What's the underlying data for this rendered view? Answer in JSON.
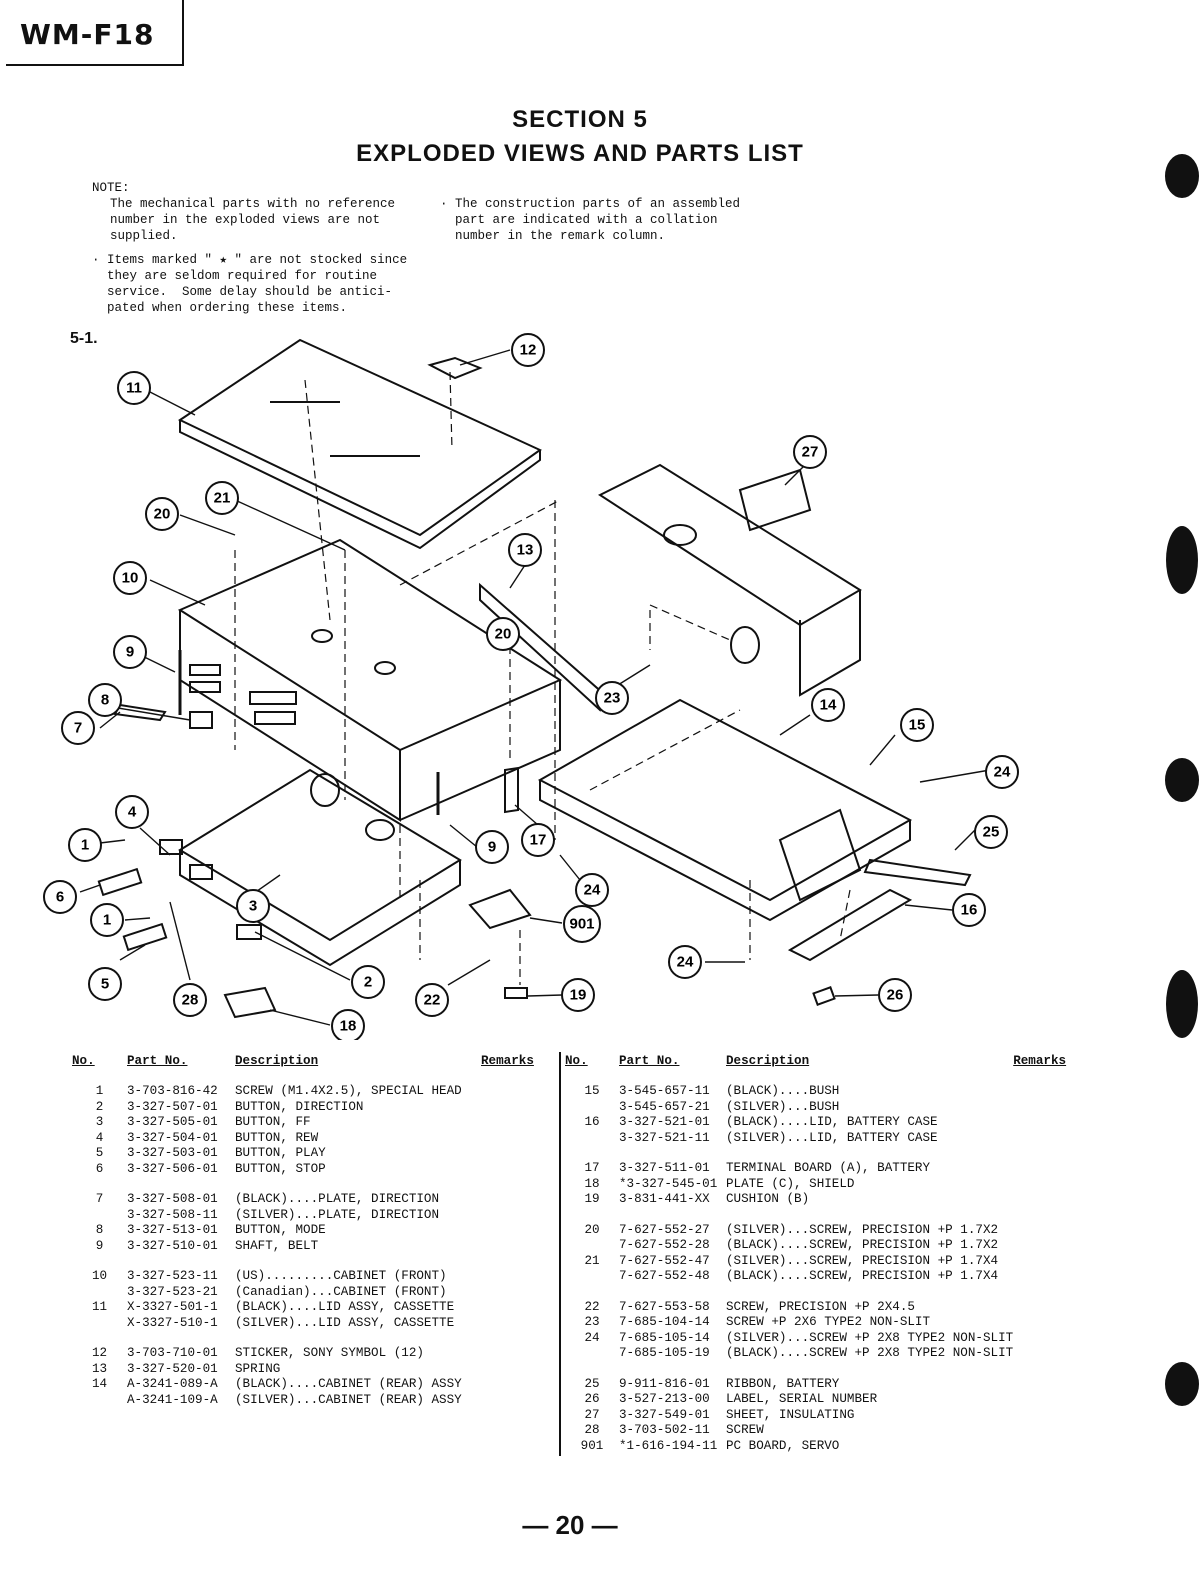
{
  "header": {
    "model": "WM-F18"
  },
  "title": {
    "section": "SECTION 5",
    "heading": "EXPLODED VIEWS AND PARTS LIST"
  },
  "notes": {
    "label": "NOTE:",
    "note1": "The mechanical parts with no reference\nnumber in the exploded views are not\nsupplied.",
    "note2": "· Items marked \" ★ \" are not stocked since\n  they are seldom required for routine\n  service.  Some delay should be antici-\n  pated when ordering these items.",
    "note3": "· The construction parts of an assembled\n  part are indicated with a collation\n  number in the remark column."
  },
  "figure": {
    "label": "5-1.",
    "callouts": [
      "12",
      "11",
      "27",
      "21",
      "20",
      "13",
      "10",
      "20",
      "9",
      "23",
      "14",
      "8",
      "15",
      "7",
      "24",
      "25",
      "4",
      "17",
      "9",
      "1",
      "24",
      "6",
      "3",
      "901",
      "16",
      "1",
      "24",
      "2",
      "5",
      "28",
      "22",
      "19",
      "26",
      "18"
    ]
  },
  "table": {
    "headers": {
      "no": "No.",
      "part": "Part No.",
      "desc": "Description",
      "remarks": "Remarks"
    },
    "left": [
      {
        "no": "1",
        "part": "3-703-816-42",
        "desc": "SCREW (M1.4X2.5), SPECIAL HEAD"
      },
      {
        "no": "2",
        "part": "3-327-507-01",
        "desc": "BUTTON, DIRECTION"
      },
      {
        "no": "3",
        "part": "3-327-505-01",
        "desc": "BUTTON, FF"
      },
      {
        "no": "4",
        "part": "3-327-504-01",
        "desc": "BUTTON, REW"
      },
      {
        "no": "5",
        "part": "3-327-503-01",
        "desc": "BUTTON, PLAY"
      },
      {
        "no": "6",
        "part": "3-327-506-01",
        "desc": "BUTTON, STOP"
      },
      {
        "no": "7",
        "part": "3-327-508-01",
        "desc": "(BLACK)....PLATE, DIRECTION",
        "gap": true
      },
      {
        "no": "",
        "part": "3-327-508-11",
        "desc": "(SILVER)...PLATE, DIRECTION"
      },
      {
        "no": "8",
        "part": "3-327-513-01",
        "desc": "BUTTON, MODE"
      },
      {
        "no": "9",
        "part": "3-327-510-01",
        "desc": "SHAFT, BELT"
      },
      {
        "no": "10",
        "part": "3-327-523-11",
        "desc": "(US).........CABINET (FRONT)",
        "gap": true
      },
      {
        "no": "",
        "part": "3-327-523-21",
        "desc": "(Canadian)...CABINET (FRONT)"
      },
      {
        "no": "11",
        "part": "X-3327-501-1",
        "desc": "(BLACK)....LID ASSY, CASSETTE"
      },
      {
        "no": "",
        "part": "X-3327-510-1",
        "desc": "(SILVER)...LID ASSY, CASSETTE"
      },
      {
        "no": "12",
        "part": "3-703-710-01",
        "desc": "STICKER, SONY SYMBOL (12)",
        "gap": true
      },
      {
        "no": "13",
        "part": "3-327-520-01",
        "desc": "SPRING"
      },
      {
        "no": "14",
        "part": "A-3241-089-A",
        "desc": "(BLACK)....CABINET (REAR) ASSY"
      },
      {
        "no": "",
        "part": "A-3241-109-A",
        "desc": "(SILVER)...CABINET (REAR) ASSY"
      }
    ],
    "right": [
      {
        "no": "15",
        "part": "3-545-657-11",
        "desc": "(BLACK)....BUSH"
      },
      {
        "no": "",
        "part": "3-545-657-21",
        "desc": "(SILVER)...BUSH"
      },
      {
        "no": "16",
        "part": "3-327-521-01",
        "desc": "(BLACK)....LID, BATTERY CASE"
      },
      {
        "no": "",
        "part": "3-327-521-11",
        "desc": "(SILVER)...LID, BATTERY CASE"
      },
      {
        "no": "17",
        "part": "3-327-511-01",
        "desc": "TERMINAL BOARD (A), BATTERY",
        "gap": true
      },
      {
        "no": "18",
        "part": "*3-327-545-01",
        "desc": "PLATE (C), SHIELD"
      },
      {
        "no": "19",
        "part": "3-831-441-XX",
        "desc": "CUSHION (B)"
      },
      {
        "no": "20",
        "part": "7-627-552-27",
        "desc": "(SILVER)...SCREW, PRECISION +P 1.7X2",
        "gap": true
      },
      {
        "no": "",
        "part": "7-627-552-28",
        "desc": "(BLACK)....SCREW, PRECISION +P 1.7X2"
      },
      {
        "no": "21",
        "part": "7-627-552-47",
        "desc": "(SILVER)...SCREW, PRECISION +P 1.7X4"
      },
      {
        "no": "",
        "part": "7-627-552-48",
        "desc": "(BLACK)....SCREW, PRECISION +P 1.7X4"
      },
      {
        "no": "22",
        "part": "7-627-553-58",
        "desc": "SCREW, PRECISION +P 2X4.5",
        "gap": true
      },
      {
        "no": "23",
        "part": "7-685-104-14",
        "desc": "SCREW +P 2X6  TYPE2 NON-SLIT"
      },
      {
        "no": "24",
        "part": "7-685-105-14",
        "desc": "(SILVER)...SCREW +P 2X8  TYPE2 NON-SLIT"
      },
      {
        "no": "",
        "part": "7-685-105-19",
        "desc": "(BLACK)....SCREW +P 2X8  TYPE2 NON-SLIT"
      },
      {
        "no": "25",
        "part": "9-911-816-01",
        "desc": "RIBBON, BATTERY",
        "gap": true
      },
      {
        "no": "26",
        "part": "3-527-213-00",
        "desc": "LABEL, SERIAL NUMBER"
      },
      {
        "no": "27",
        "part": "3-327-549-01",
        "desc": "SHEET, INSULATING"
      },
      {
        "no": "28",
        "part": "3-703-502-11",
        "desc": "SCREW"
      },
      {
        "no": "901",
        "part": "*1-616-194-11",
        "desc": "PC BOARD, SERVO"
      }
    ]
  },
  "footer": {
    "page": "— 20 —"
  }
}
